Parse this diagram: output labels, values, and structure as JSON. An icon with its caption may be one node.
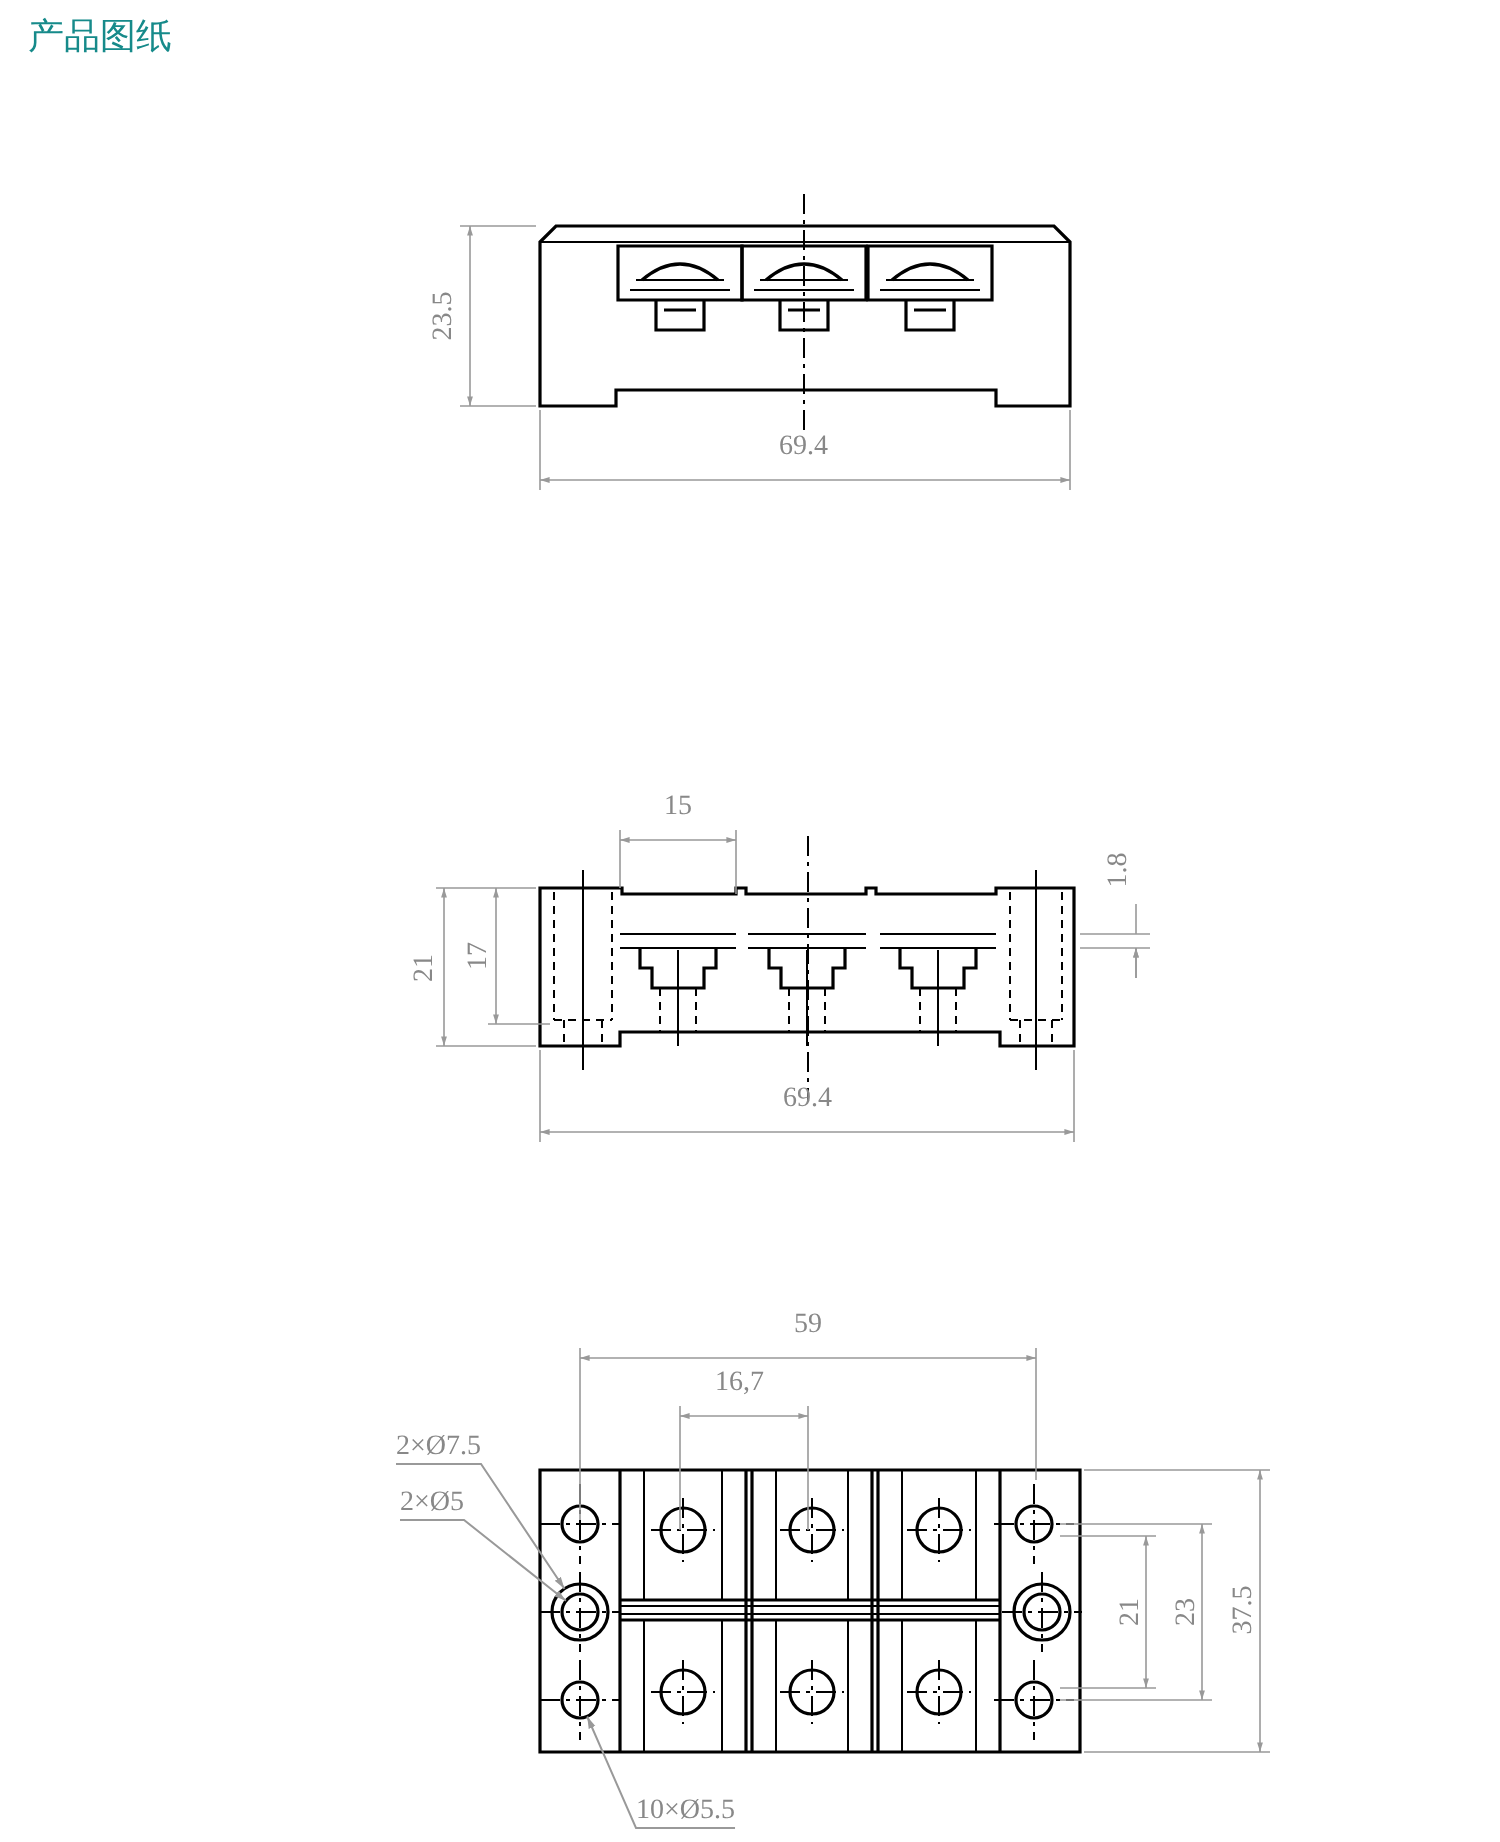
{
  "diagram": {
    "title": "产品图纸",
    "nodes": [
      {
        "text": [
          "2×Ø7.5"
        ]
      },
      {
        "text": [],
        "shape": "circle"
      },
      {
        "text": [
          "2×Ø5"
        ]
      },
      {
        "text": [],
        "shape": "circle",
        "in": 1
      },
      {
        "text": [
          "10×Ø5.5"
        ]
      },
      {
        "text": [],
        "shape": "circle"
      }
    ],
    "edges": [
      {
        "from": 0,
        "to": 1,
        "arrow": "to"
      },
      {
        "from": 2,
        "to": 3,
        "arrow": "to"
      },
      {
        "from": 4,
        "to": 5,
        "arrow": "to"
      }
    ],
    "labels": [
      "23.5",
      "69.4",
      "15",
      "1.8",
      "21",
      "17",
      "69.4",
      "59",
      "16,7",
      "21",
      "23",
      "37.5"
    ]
  }
}
